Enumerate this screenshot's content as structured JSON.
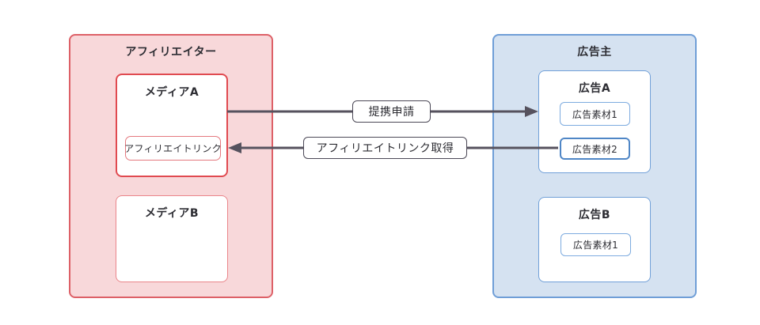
{
  "affiliater": {
    "title": "アフィリエイター",
    "media_a": {
      "title": "メディアA",
      "affiliate_link_label": "アフィリエイトリンク"
    },
    "media_b": {
      "title": "メディアB"
    }
  },
  "advertiser": {
    "title": "広告主",
    "ad_a": {
      "title": "広告A",
      "material_1_label": "広告素材1",
      "material_2_label": "広告素材2"
    },
    "ad_b": {
      "title": "広告B",
      "material_1_label": "広告素材1"
    }
  },
  "arrows": {
    "partnership_request": {
      "label": "提携申請",
      "from": "media-a",
      "to": "ad-a"
    },
    "affiliate_link_acquisition": {
      "label": "アフィリエイトリンク取得",
      "from": "ad-material-2",
      "to": "media-a-affiliate-link"
    }
  },
  "colors": {
    "page_bg": "#ffffff",
    "text": "#2d2d33",
    "affiliater_bg": "#f8d8da",
    "affiliater_border": "#dd6067",
    "media_a_border": "#e04a50",
    "media_b_border": "#ea858a",
    "affiliate_link_border": "#e4787e",
    "advertiser_bg": "#d5e2f1",
    "advertiser_border": "#6f9ed7",
    "ad_node_border": "#71a0d8",
    "material_thin_border": "#7dabdf",
    "material_thick_border": "#4f86c6",
    "arrow": "#56525e",
    "label_border": "#4b4856"
  }
}
